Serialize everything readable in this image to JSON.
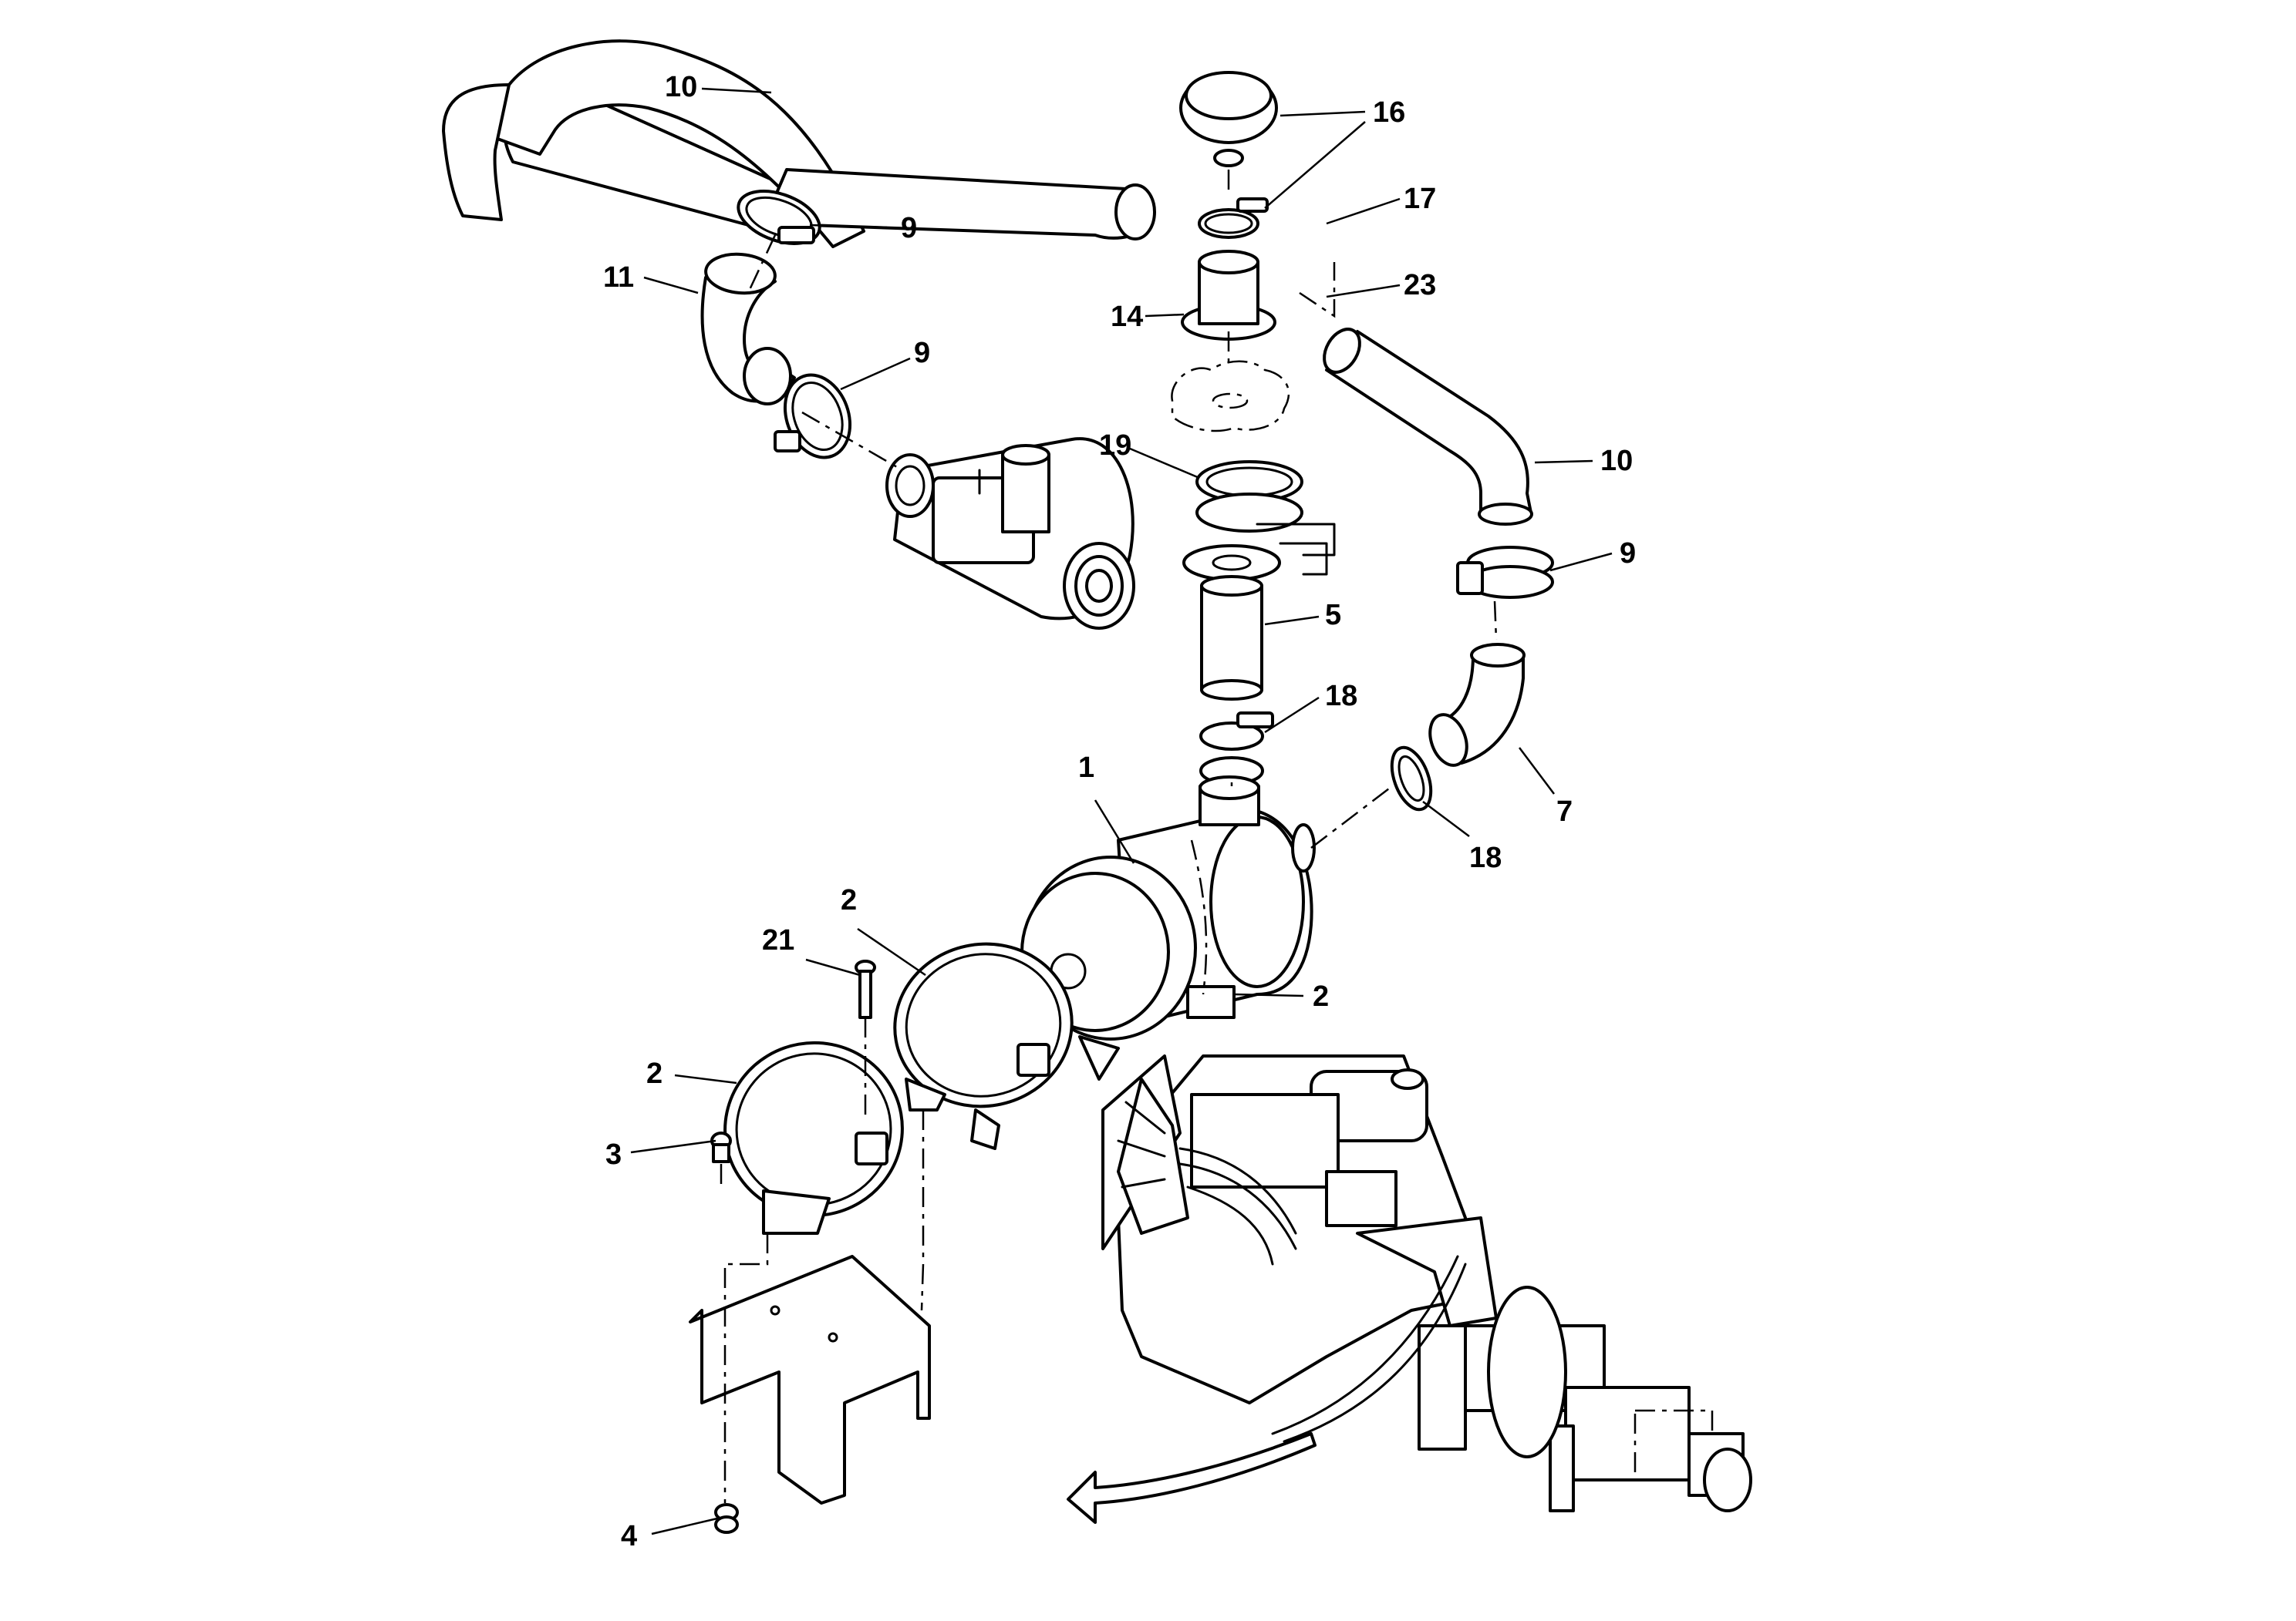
{
  "callouts": [
    {
      "id": "c10a",
      "label": "10"
    },
    {
      "id": "c9a",
      "label": "9"
    },
    {
      "id": "c11",
      "label": "11"
    },
    {
      "id": "c9b",
      "label": "9"
    },
    {
      "id": "c16",
      "label": "16"
    },
    {
      "id": "c17",
      "label": "17"
    },
    {
      "id": "c23",
      "label": "23"
    },
    {
      "id": "c14",
      "label": "14"
    },
    {
      "id": "c19",
      "label": "19"
    },
    {
      "id": "c10b",
      "label": "10"
    },
    {
      "id": "c9c",
      "label": "9"
    },
    {
      "id": "c5",
      "label": "5"
    },
    {
      "id": "c18a",
      "label": "18"
    },
    {
      "id": "c1",
      "label": "1"
    },
    {
      "id": "c7",
      "label": "7"
    },
    {
      "id": "c18b",
      "label": "18"
    },
    {
      "id": "c2a",
      "label": "2"
    },
    {
      "id": "c21",
      "label": "21"
    },
    {
      "id": "c2b",
      "label": "2"
    },
    {
      "id": "c2c",
      "label": "2"
    },
    {
      "id": "c3",
      "label": "3"
    },
    {
      "id": "c4",
      "label": "4"
    }
  ]
}
